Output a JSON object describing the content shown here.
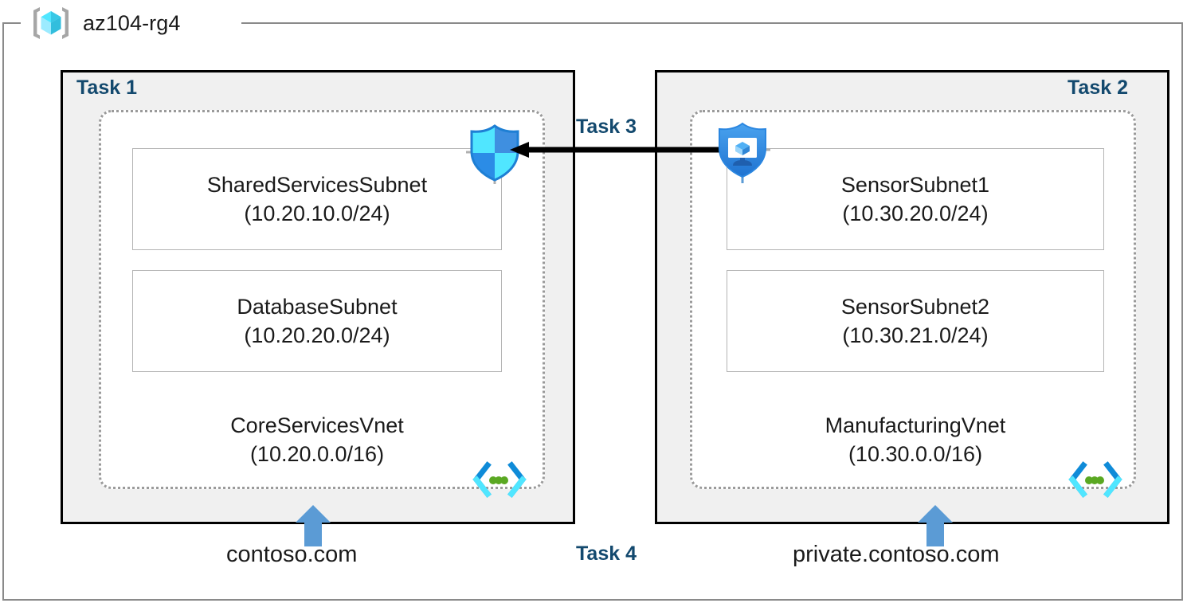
{
  "resource_group": {
    "name": "az104-rg4",
    "icon": "azure-resource-group-cube-icon"
  },
  "tasks": {
    "task1_label": "Task 1",
    "task2_label": "Task 2",
    "task3_label": "Task 3",
    "task4_label": "Task 4"
  },
  "vnets": [
    {
      "key": "core",
      "task": "Task 1",
      "name": "CoreServicesVnet",
      "cidr": "(10.20.0.0/16)",
      "icon": "virtual-network-icon",
      "subnets": [
        {
          "name": "SharedServicesSubnet",
          "cidr": "(10.20.10.0/24)"
        },
        {
          "name": "DatabaseSubnet",
          "cidr": "(10.20.20.0/24)"
        }
      ],
      "dns_zone": "contoso.com"
    },
    {
      "key": "manufacturing",
      "task": "Task 2",
      "name": "ManufacturingVnet",
      "cidr": "(10.30.0.0/16)",
      "icon": "virtual-network-icon",
      "subnets": [
        {
          "name": "SensorSubnet1",
          "cidr": "(10.30.20.0/24)"
        },
        {
          "name": "SensorSubnet2",
          "cidr": "(10.30.21.0/24)"
        }
      ],
      "dns_zone": "private.contoso.com"
    }
  ],
  "security": {
    "nsg_icon": "network-security-group-shield-icon",
    "bastion_icon": "protected-virtual-machine-shield-icon",
    "connection_icon": "left-arrow-connector"
  },
  "colors": {
    "task_label": "#13496e",
    "panel_fill": "#f0f0f0",
    "panel_border": "#000000",
    "vnet_border": "#9a9a9a",
    "subnet_border": "#b4b4b4",
    "arrow_blue": "#5b9bd5",
    "azure_cyan": "#50e6ff",
    "azure_blue": "#0078d4",
    "vnet_green": "#5aa822",
    "text": "#1a1a1a",
    "rg_frame": "#8a8a8a"
  }
}
